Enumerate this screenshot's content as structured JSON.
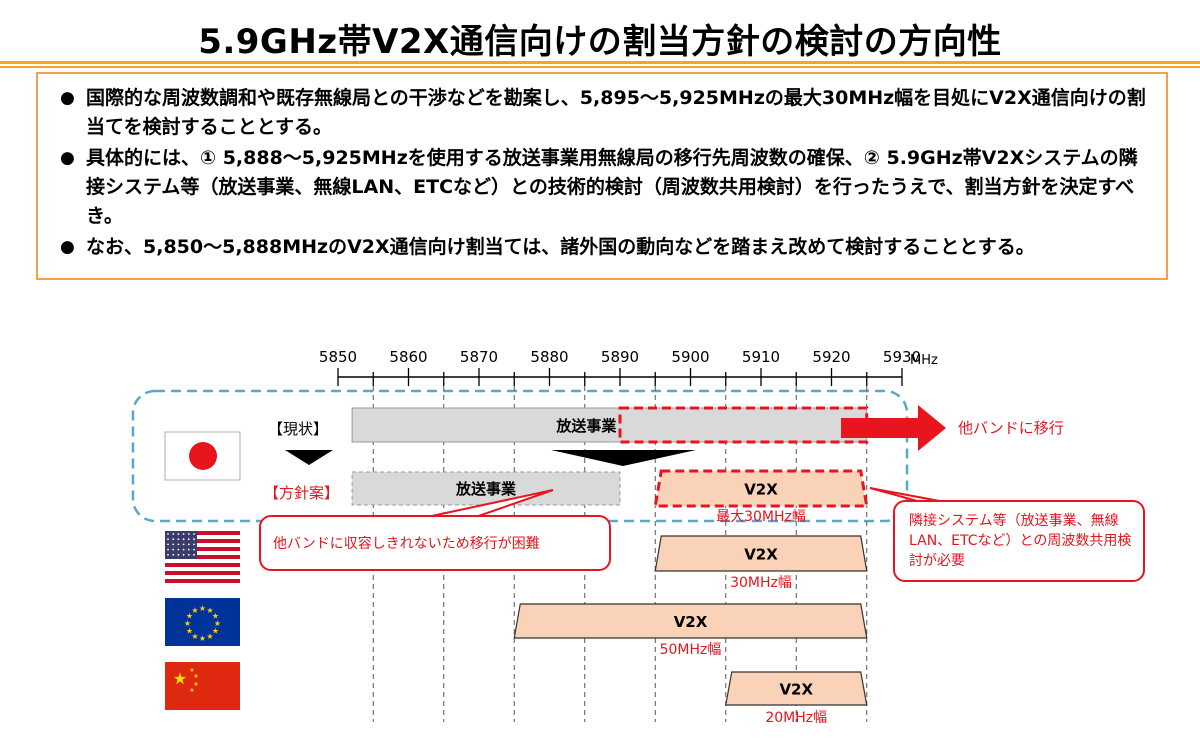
{
  "title": "5.9GHz帯V2X通信向けの割当方針の検討の方向性",
  "bullets": [
    "国際的な周波数調和や既存無線局との干渉などを勘案し、5,895～5,925MHzの最大30MHz幅を目処にV2X通信向けの割当てを検討することとする。",
    "具体的には、① 5,888～5,925MHzを使用する放送事業用無線局の移行先周波数の確保、② 5.9GHz帯V2Xシステムの隣接システム等（放送事業、無線LAN、ETCなど）との技術的検討（周波数共用検討）を行ったうえで、割当方針を決定すべき。",
    "なお、5,850～5,888MHzのV2X通信向け割当ては、諸外国の動向などを踏まえ改めて検討することとする。"
  ],
  "chart_data": {
    "type": "frequency-allocation",
    "unit": "MHz",
    "axis_ticks": [
      5850,
      5860,
      5870,
      5880,
      5890,
      5900,
      5910,
      5920,
      5930
    ],
    "japan": {
      "current_label": "【現状】",
      "proposal_label": "【方針案】",
      "current_broadcast": {
        "label": "放送事業",
        "start": 5852,
        "end": 5925
      },
      "current_v2x_target": {
        "start": 5890,
        "end": 5925
      },
      "move_label": "他バンドに移行",
      "proposal_broadcast": {
        "label": "放送事業",
        "start": 5852,
        "end": 5890
      },
      "proposal_v2x": {
        "label": "V2X",
        "start": 5895,
        "end": 5925,
        "width_label": "最大30MHz幅"
      }
    },
    "usa": {
      "label": "V2X",
      "start": 5895,
      "end": 5925,
      "width_label": "30MHz幅"
    },
    "eu": {
      "label": "V2X",
      "start": 5875,
      "end": 5925,
      "width_label": "50MHz幅"
    },
    "china": {
      "label": "V2X",
      "start": 5905,
      "end": 5925,
      "width_label": "20MHz幅"
    }
  },
  "callouts": {
    "left": "他バンドに収容しきれないため移行が困難",
    "right": "隣接システム等（放送事業、無線LAN、ETCなど）との周波数共用検討が必要"
  },
  "colors": {
    "accent_orange": "#f5a623",
    "red": "#e8141e",
    "v2x_fill": "#fad2b8",
    "broadcast_fill": "#d9d9d9",
    "dashed_frame": "#5aa9c8"
  }
}
